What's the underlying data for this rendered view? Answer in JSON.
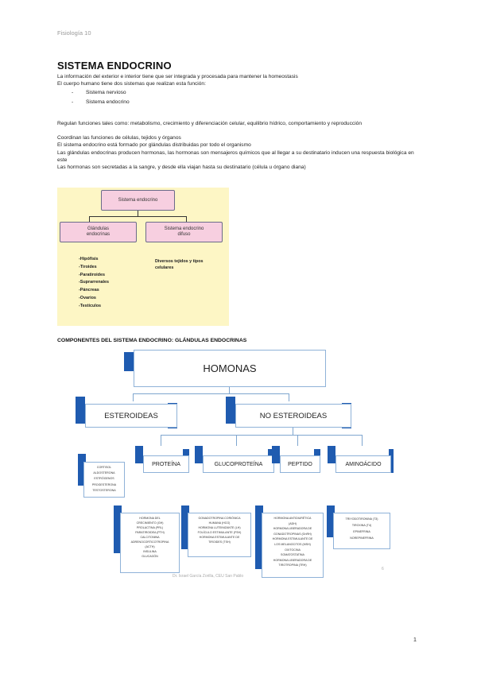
{
  "header": {
    "subject": "Fisiología 10"
  },
  "page_number": "1",
  "title": "SISTEMA ENDOCRINO",
  "intro": {
    "line1": "La información del exterior e interior tiene que ser integrada y procesada para mantener la homeostasis",
    "line2": "El cuerpo humano tiene dos sistemas que realizan esta función:",
    "bullets": [
      "Sistema nervioso",
      "Sistema endocrino"
    ]
  },
  "paragraphs": {
    "p1": "Regulan funciones tales como: metabolismo, crecimiento y diferenciación celular, equilibrio hídrico, comportamiento y reproducción",
    "p2": "Coordinan las funciones de células, tejidos y órganos",
    "p3": "El sistema endocrino está formado por glándulas distribuidas por todo el organismo",
    "p4": "Las glándulas endocrinas producen hormonas, las hormonas son mensajeros químicos que al llegar a su destinatario inducen una respuesta biológica en este",
    "p5": "Las hormonas son secretadas a la sangre, y desde ella viajan hasta su destinatario (célula u órgano diana)"
  },
  "diagram1": {
    "root": "Sistema endocrino",
    "left": "Glándulas endocrinas",
    "right": "Sistema endocrino difuso",
    "glands": [
      "-Hipófisis",
      "-Tiroides",
      "-Paratiroides",
      "-Suprarrenales",
      "-Páncreas",
      "-Ovarios",
      "-Testículos"
    ],
    "diffuse": "Diversos tejidos y tipos celulares"
  },
  "section_heading": "COMPONENTES DEL SISTEMA ENDOCRINO: GLÁNDULAS ENDOCRINAS",
  "diagram2": {
    "root": "HOMONAS",
    "steroid": "ESTEROIDEAS",
    "nonsteroid": "NO ESTEROIDEAS",
    "steroid_list": [
      "CORTISOL",
      "ALDOSTERONA",
      "ESTRÓGENOS",
      "PROGESTERONA",
      "TESTOSTERONA"
    ],
    "categories": [
      "PROTEÍNA",
      "GLUCOPROTEÍNA",
      "PEPTIDO",
      "AMINOÁCIDO"
    ],
    "protein_list": [
      "HORMONA DEL",
      "CRECIMIENTO (GH)",
      "PROLACTINA (PRL)",
      "PARATIROIDEA (PTH)",
      "CALCITONINA",
      "ADRENOCORTICOTROPINA",
      "(ACTH)",
      "INSULINA",
      "GLUCAGÓN"
    ],
    "glyco_list": [
      "GONADOTROPINA CORIÓNICA",
      "HUMANA (HCG)",
      "HORMONA LUTEINIZANTE (LH)",
      "FOLÍCULO ESTIMULANTE (FSH)",
      "HORMONA ESTIMULANTE DE",
      "TIROIDES (TSH)"
    ],
    "peptide_list": [
      "HORMONA ANTIDIURÉTICA",
      "(ADH)",
      "HORMONA LIBERADORA DE",
      "GONADOTROPINAS (GnRH)",
      "HORMONA ESTIMULANTE DE",
      "LOS MELANOCITOS (MSH)",
      "OXITOCINA",
      "SOMATOSTATINA",
      "HORMONA LIBERADORA DE",
      "TIROTROPINA (TRH)"
    ],
    "amino_list": [
      "TRIYODOTIRONINA (T3)",
      "TIROXINA (T4)",
      "EPINEFRINA",
      "NOREPINEFRINA"
    ],
    "footer_author": "Dr. Israel García Zorilla, CEU San Pablo",
    "footer_page": "6"
  }
}
